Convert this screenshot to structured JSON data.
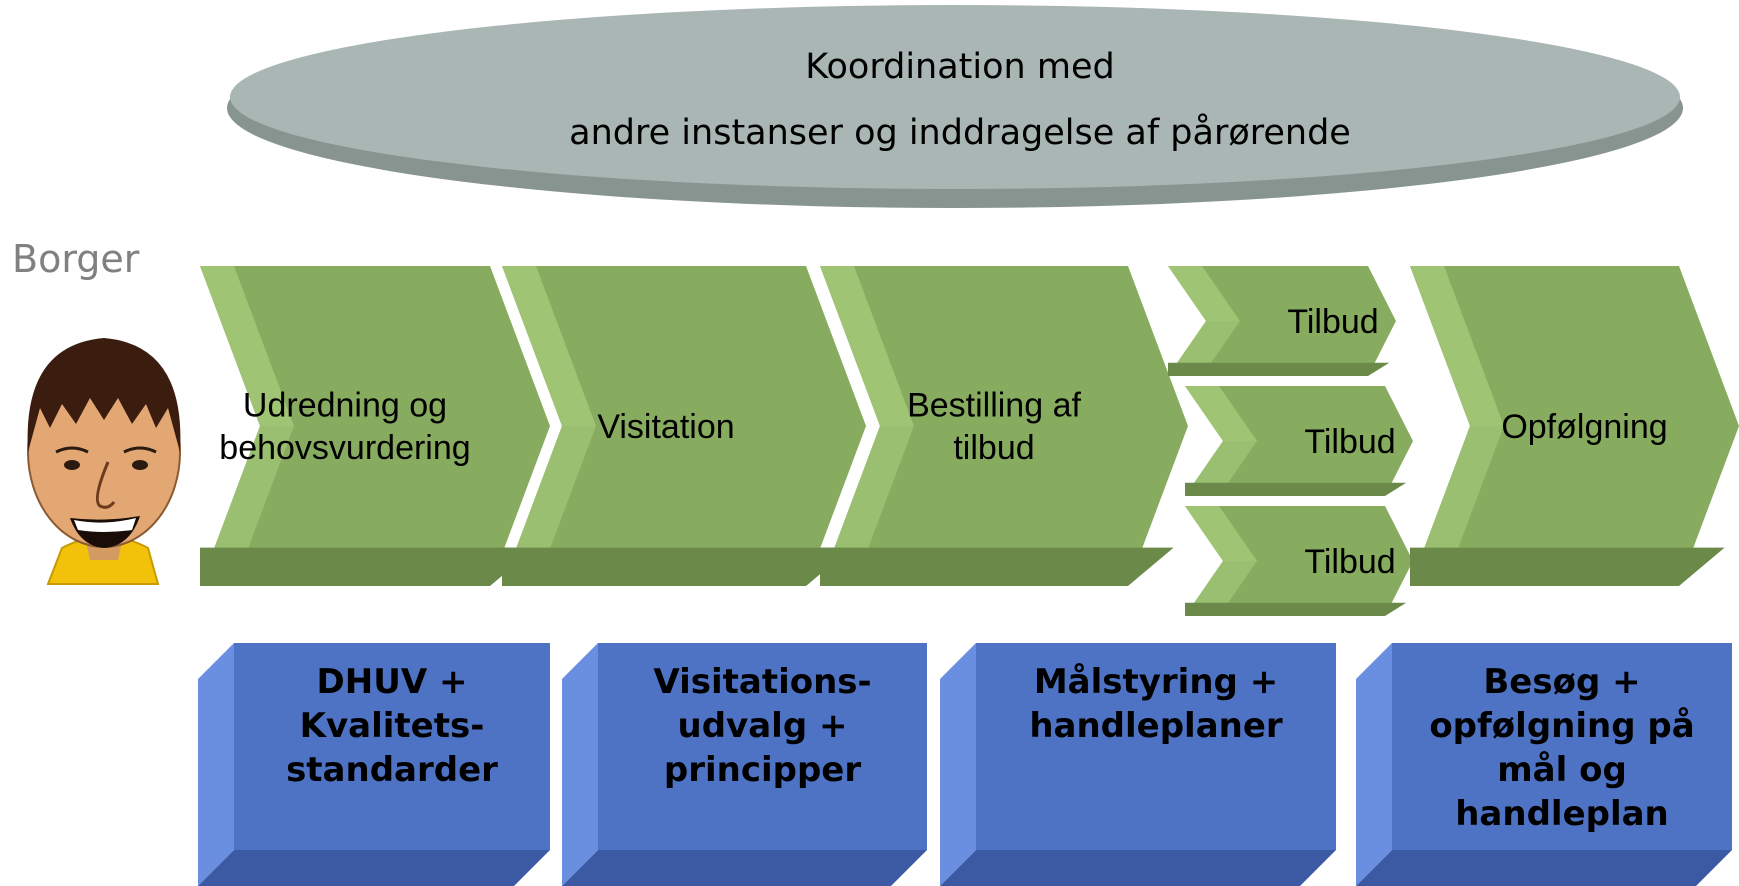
{
  "coordination": {
    "line1": "Koordination med",
    "line2": "andre instanser og inddragelse af pårørende"
  },
  "citizen": {
    "label": "Borger"
  },
  "process_steps": [
    {
      "lines": [
        "Udredning og",
        "behovsvurdering"
      ]
    },
    {
      "lines": [
        "Visitation"
      ]
    },
    {
      "lines": [
        "Bestilling af",
        "tilbud"
      ]
    }
  ],
  "offers": [
    {
      "label": "Tilbud"
    },
    {
      "label": "Tilbud"
    },
    {
      "label": "Tilbud"
    }
  ],
  "followup_step": {
    "lines": [
      "Opfølgning"
    ]
  },
  "tools": [
    {
      "lines": [
        "DHUV +",
        "Kvalitets-",
        "standarder"
      ]
    },
    {
      "lines": [
        "Visitations-",
        "udvalg +",
        "principper"
      ]
    },
    {
      "lines": [
        "Målstyring +",
        "handleplaner"
      ]
    },
    {
      "lines": [
        "Besøg +",
        "opfølgning på",
        "mål og",
        "handleplan"
      ]
    }
  ],
  "colors": {
    "ellipse": "#a9b6b4",
    "ellipse_shadow": "#87948f",
    "chevron_face": "#88ac5f",
    "chevron_light": "#9fc474",
    "chevron_dark": "#6b8a4a",
    "box_face": "#4f73c4",
    "box_side": "#6a8ee0",
    "box_bottom": "#3b5aa3",
    "citizen_text": "#808080"
  }
}
